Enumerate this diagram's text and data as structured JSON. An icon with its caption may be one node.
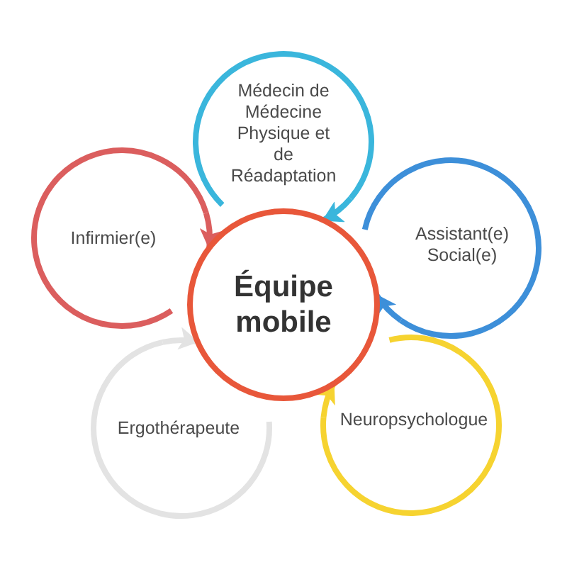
{
  "diagram": {
    "nodes": [
      {
        "text": [
          "Équipe mobile"
        ]
      },
      {
        "text": [
          "Médecin de Médecine Physique et de Réadaptation"
        ]
      },
      {
        "text": [
          "Assistant(e) Social(e)"
        ]
      },
      {
        "text": [
          "Neuropsychologue"
        ]
      },
      {
        "text": [
          "Ergothérapeute"
        ]
      },
      {
        "text": [
          "Infirmier(e)"
        ]
      }
    ],
    "edges": [
      {
        "from": 1,
        "to": 0,
        "arrow": "to",
        "color": "#3ab6dc"
      },
      {
        "from": 2,
        "to": 0,
        "arrow": "to",
        "color": "#3d8fd9"
      },
      {
        "from": 3,
        "to": 0,
        "arrow": "to",
        "color": "#f6d330"
      },
      {
        "from": 4,
        "to": 0,
        "arrow": "to",
        "color": "#e3e3e3"
      },
      {
        "from": 5,
        "to": 0,
        "arrow": "to",
        "color": "#db5e5e"
      }
    ]
  }
}
